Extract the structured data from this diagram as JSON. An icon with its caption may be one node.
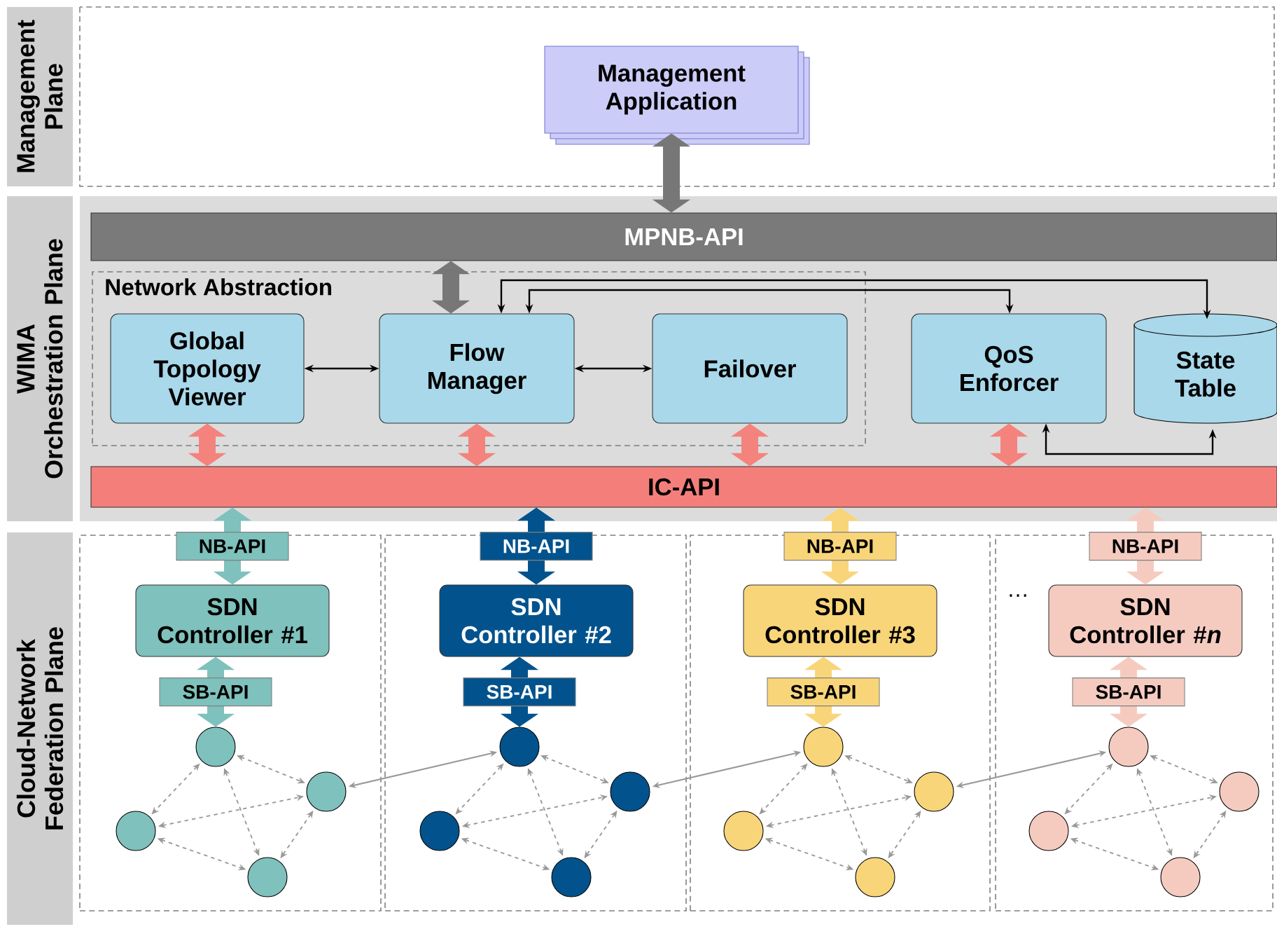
{
  "diagram": {
    "nodes": [
      {
        "text": [
          "Management Plane"
        ]
      },
      {
        "text": [
          "Management Application"
        ]
      },
      {
        "text": [
          "WIMA Orchestration Plane"
        ]
      },
      {
        "text": [
          "MPNB-API"
        ]
      },
      {
        "text": [
          "Network Abstraction"
        ]
      },
      {
        "text": [
          "Global Topology Viewer"
        ],
        "in": 4
      },
      {
        "text": [
          "Flow Manager"
        ],
        "in": 4
      },
      {
        "text": [
          "Failover"
        ],
        "in": 4
      },
      {
        "text": [
          "QoS Enforcer"
        ]
      },
      {
        "text": [
          "State Table"
        ]
      },
      {
        "text": [
          "IC-API"
        ]
      },
      {
        "text": [
          "Cloud-Network Federation Plane"
        ]
      },
      {
        "text": [],
        "shape": "box"
      },
      {
        "text": [
          "SDN Controller #1"
        ],
        "in": 12
      },
      {
        "text": [],
        "shape": "circle",
        "in": 12
      },
      {
        "text": [],
        "shape": "circle",
        "in": 12
      },
      {
        "text": [],
        "shape": "circle",
        "in": 12
      },
      {
        "text": [],
        "shape": "circle",
        "in": 12
      },
      {
        "text": [],
        "shape": "box"
      },
      {
        "text": [
          "SDN Controller #2"
        ],
        "in": 18
      },
      {
        "text": [],
        "shape": "circle",
        "in": 18
      },
      {
        "text": [],
        "shape": "circle",
        "in": 18
      },
      {
        "text": [],
        "shape": "circle",
        "in": 18
      },
      {
        "text": [],
        "shape": "circle",
        "in": 18
      },
      {
        "text": [],
        "shape": "box"
      },
      {
        "text": [
          "SDN Controller #3"
        ],
        "in": 24
      },
      {
        "text": [],
        "shape": "circle",
        "in": 24
      },
      {
        "text": [],
        "shape": "circle",
        "in": 24
      },
      {
        "text": [],
        "shape": "circle",
        "in": 24
      },
      {
        "text": [],
        "shape": "circle",
        "in": 24
      },
      {
        "text": [],
        "shape": "box"
      },
      {
        "text": [
          "SDN Controller #*n*"
        ],
        "in": 30
      },
      {
        "text": [],
        "shape": "circle",
        "in": 30
      },
      {
        "text": [],
        "shape": "circle",
        "in": 30
      },
      {
        "text": [],
        "shape": "circle",
        "in": 30
      },
      {
        "text": [],
        "shape": "circle",
        "in": 30
      }
    ],
    "edges": [
      {
        "from": 1,
        "to": 3,
        "arrow": "both",
        "style": "thick",
        "color": "#777777"
      },
      {
        "from": 3,
        "to": 6,
        "arrow": "both",
        "style": "thick",
        "color": "#777777"
      },
      {
        "from": 5,
        "to": 6,
        "arrow": "both",
        "color": "#000000"
      },
      {
        "from": 6,
        "to": 7,
        "arrow": "both",
        "color": "#000000"
      },
      {
        "from": 6,
        "to": 8,
        "arrow": "both",
        "color": "#000000"
      },
      {
        "from": 6,
        "to": 9,
        "arrow": "both",
        "color": "#000000"
      },
      {
        "from": 8,
        "to": 9,
        "arrow": "both",
        "color": "#000000"
      },
      {
        "from": 5,
        "to": 10,
        "arrow": "both",
        "style": "thick",
        "color": "#f4837d"
      },
      {
        "from": 6,
        "to": 10,
        "arrow": "both",
        "style": "thick",
        "color": "#f4837d"
      },
      {
        "from": 7,
        "to": 10,
        "arrow": "both",
        "style": "thick",
        "color": "#f4837d"
      },
      {
        "from": 8,
        "to": 10,
        "arrow": "both",
        "style": "thick",
        "color": "#f4837d"
      },
      {
        "from": 10,
        "to": 13,
        "arrow": "both",
        "style": "thick",
        "color": "#7fc1bc",
        "label": "NB-API"
      },
      {
        "from": 13,
        "to": 14,
        "arrow": "both",
        "style": "thick",
        "color": "#7fc1bc",
        "label": "SB-API"
      },
      {
        "from": 14,
        "to": 16,
        "arrow": "both",
        "style": "dashed"
      },
      {
        "from": 14,
        "to": 15,
        "arrow": "both",
        "style": "dashed"
      },
      {
        "from": 14,
        "to": 17,
        "arrow": "both",
        "style": "dashed"
      },
      {
        "from": 16,
        "to": 15,
        "arrow": "both",
        "style": "dashed"
      },
      {
        "from": 16,
        "to": 17,
        "arrow": "both",
        "style": "dashed"
      },
      {
        "from": 15,
        "to": 17,
        "arrow": "both",
        "style": "dashed"
      },
      {
        "from": 10,
        "to": 19,
        "arrow": "both",
        "style": "thick",
        "color": "#02538d",
        "label": "NB-API"
      },
      {
        "from": 19,
        "to": 20,
        "arrow": "both",
        "style": "thick",
        "color": "#02538d",
        "label": "SB-API"
      },
      {
        "from": 20,
        "to": 22,
        "arrow": "both",
        "style": "dashed"
      },
      {
        "from": 20,
        "to": 21,
        "arrow": "both",
        "style": "dashed"
      },
      {
        "from": 20,
        "to": 23,
        "arrow": "both",
        "style": "dashed"
      },
      {
        "from": 22,
        "to": 21,
        "arrow": "both",
        "style": "dashed"
      },
      {
        "from": 22,
        "to": 23,
        "arrow": "both",
        "style": "dashed"
      },
      {
        "from": 21,
        "to": 23,
        "arrow": "both",
        "style": "dashed"
      },
      {
        "from": 10,
        "to": 25,
        "arrow": "both",
        "style": "thick",
        "color": "#f9d57a",
        "label": "NB-API"
      },
      {
        "from": 25,
        "to": 26,
        "arrow": "both",
        "style": "thick",
        "color": "#f9d57a",
        "label": "SB-API"
      },
      {
        "from": 26,
        "to": 28,
        "arrow": "both",
        "style": "dashed"
      },
      {
        "from": 26,
        "to": 27,
        "arrow": "both",
        "style": "dashed"
      },
      {
        "from": 26,
        "to": 29,
        "arrow": "both",
        "style": "dashed"
      },
      {
        "from": 28,
        "to": 27,
        "arrow": "both",
        "style": "dashed"
      },
      {
        "from": 28,
        "to": 29,
        "arrow": "both",
        "style": "dashed"
      },
      {
        "from": 27,
        "to": 29,
        "arrow": "both",
        "style": "dashed"
      },
      {
        "from": 10,
        "to": 31,
        "arrow": "both",
        "style": "thick",
        "color": "#f5cbc0",
        "label": "NB-API"
      },
      {
        "from": 31,
        "to": 32,
        "arrow": "both",
        "style": "thick",
        "color": "#f5cbc0",
        "label": "SB-API"
      },
      {
        "from": 32,
        "to": 34,
        "arrow": "both",
        "style": "dashed"
      },
      {
        "from": 32,
        "to": 33,
        "arrow": "both",
        "style": "dashed"
      },
      {
        "from": 32,
        "to": 35,
        "arrow": "both",
        "style": "dashed"
      },
      {
        "from": 34,
        "to": 33,
        "arrow": "both",
        "style": "dashed"
      },
      {
        "from": 34,
        "to": 35,
        "arrow": "both",
        "style": "dashed"
      },
      {
        "from": 33,
        "to": 35,
        "arrow": "both",
        "style": "dashed"
      },
      {
        "from": 15,
        "to": 20,
        "arrow": "both"
      },
      {
        "from": 21,
        "to": 26,
        "arrow": "both"
      },
      {
        "from": 27,
        "to": 32,
        "arrow": "both"
      }
    ],
    "labels": [
      "…"
    ]
  }
}
